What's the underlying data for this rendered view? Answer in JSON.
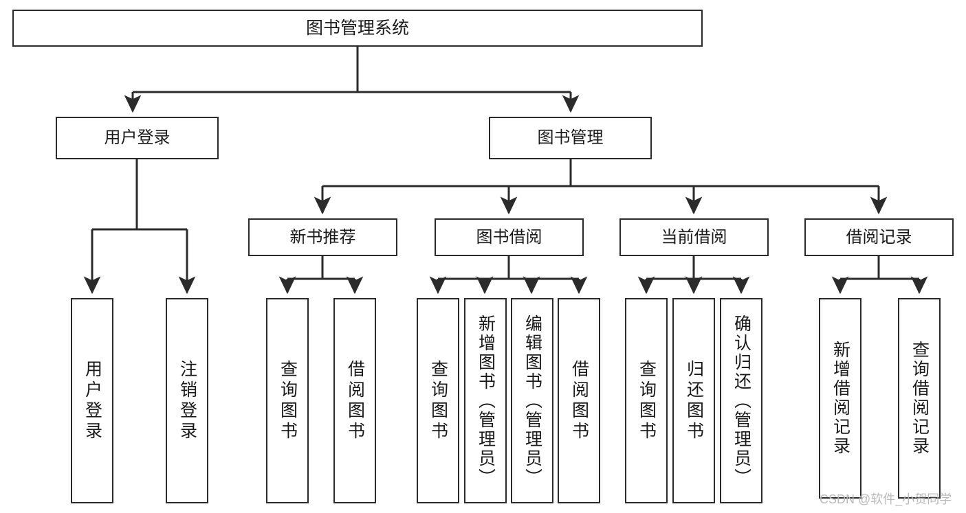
{
  "diagram": {
    "type": "tree-hierarchy-functional-decomposition",
    "root": {
      "id": "root",
      "label": "图书管理系统"
    },
    "level2": [
      {
        "id": "user-login",
        "label": "用户登录"
      },
      {
        "id": "book-management",
        "label": "图书管理"
      }
    ],
    "level3": [
      {
        "id": "new-book-recommend",
        "label": "新书推荐"
      },
      {
        "id": "book-borrow",
        "label": "图书借阅"
      },
      {
        "id": "current-borrow",
        "label": "当前借阅"
      },
      {
        "id": "borrow-record",
        "label": "借阅记录"
      }
    ],
    "leaves": [
      {
        "id": "leaf-user-login",
        "label": "用户登录",
        "parent": "user-login"
      },
      {
        "id": "leaf-user-logout",
        "label": "注销登录",
        "parent": "user-login"
      },
      {
        "id": "leaf-query-book-1",
        "label": "查询图书",
        "parent": "new-book-recommend"
      },
      {
        "id": "leaf-borrow-book-1",
        "label": "借阅图书",
        "parent": "new-book-recommend"
      },
      {
        "id": "leaf-query-book-2",
        "label": "查询图书",
        "parent": "book-borrow"
      },
      {
        "id": "leaf-add-book",
        "label": "新增图书（管理员）",
        "parent": "book-borrow"
      },
      {
        "id": "leaf-edit-book",
        "label": "编辑图书（管理员）",
        "parent": "book-borrow"
      },
      {
        "id": "leaf-borrow-book-2",
        "label": "借阅图书",
        "parent": "book-borrow"
      },
      {
        "id": "leaf-query-book-3",
        "label": "查询图书",
        "parent": "current-borrow"
      },
      {
        "id": "leaf-return-book",
        "label": "归还图书",
        "parent": "current-borrow"
      },
      {
        "id": "leaf-confirm-return",
        "label": "确认归还（管理员）",
        "parent": "current-borrow"
      },
      {
        "id": "leaf-add-record",
        "label": "新增借阅记录",
        "parent": "borrow-record"
      },
      {
        "id": "leaf-query-record",
        "label": "查询借阅记录",
        "parent": "borrow-record"
      }
    ],
    "watermark": "CSDN @软件_小贺同学",
    "colors": {
      "stroke": "#2b2b2b",
      "fill": "#ffffff",
      "text": "#1a1a1a",
      "watermark": "#b9b9b9"
    }
  }
}
